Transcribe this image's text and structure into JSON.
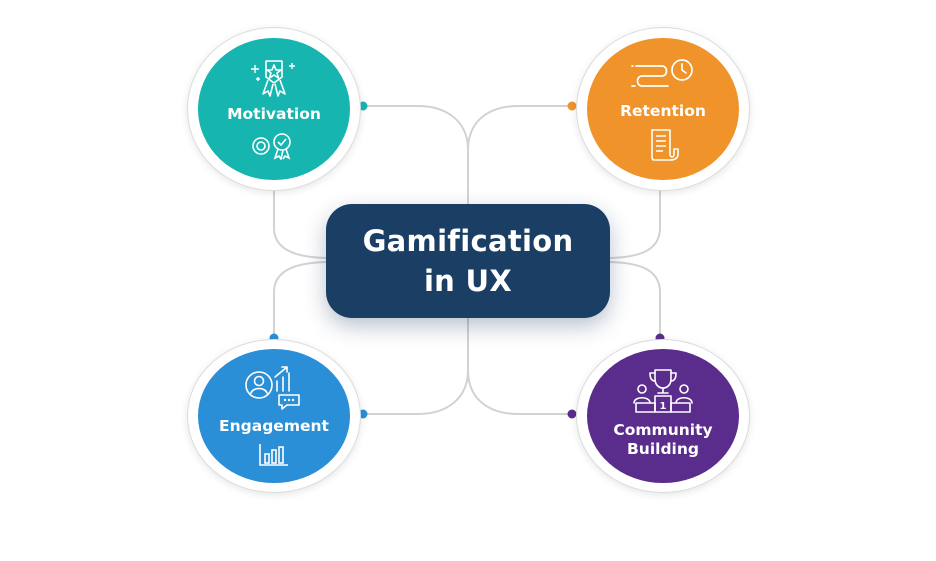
{
  "center": {
    "title": "Gamification\nin UX"
  },
  "nodes": [
    {
      "id": "motivation",
      "label": "Motivation",
      "color": "#17b5b0",
      "dot_color": "#17b5b0",
      "icons": [
        "ribbon-medal-icon",
        "coins-badge-icon"
      ]
    },
    {
      "id": "retention",
      "label": "Retention",
      "color": "#f0932b",
      "dot_color": "#f0932b",
      "icons": [
        "timeline-clock-icon",
        "document-icon"
      ]
    },
    {
      "id": "engagement",
      "label": "Engagement",
      "color": "#2a8fd6",
      "dot_color": "#2a8fd6",
      "icons": [
        "user-growth-chat-icon",
        "bar-chart-icon"
      ]
    },
    {
      "id": "community",
      "label": "Community\nBuilding",
      "color": "#5a2d8c",
      "dot_color": "#5a2d8c",
      "icons": [
        "trophy-podium-icon"
      ]
    }
  ],
  "connector_color": "#cfcfcf"
}
